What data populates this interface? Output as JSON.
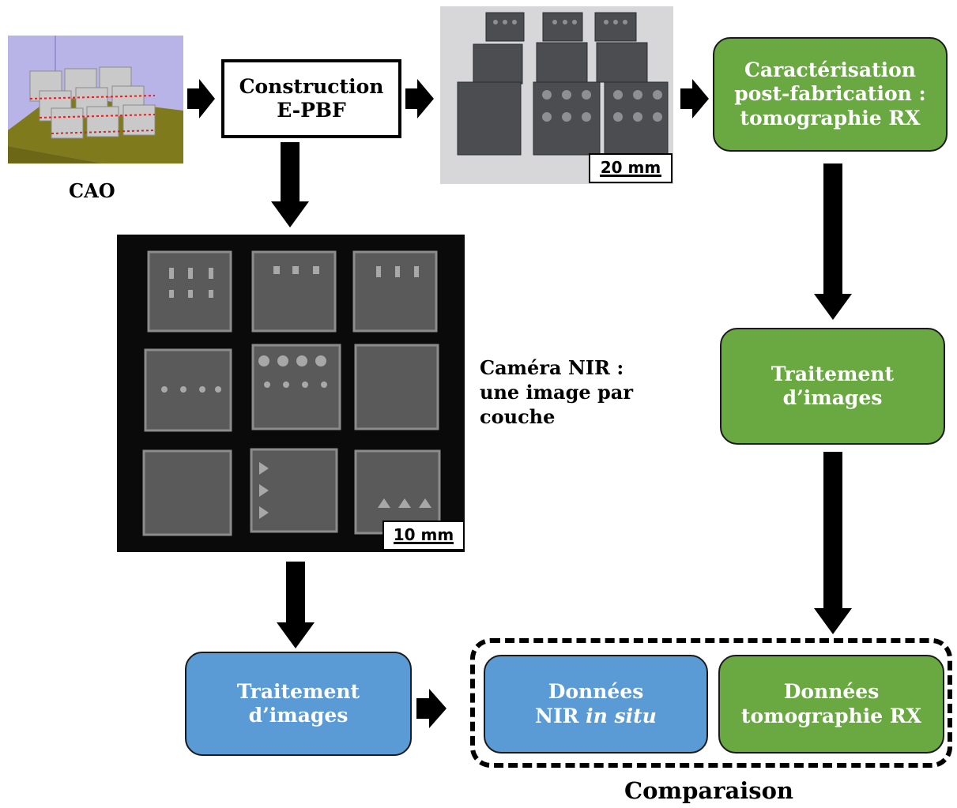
{
  "cad": {
    "caption": "CAO"
  },
  "construction": {
    "line1": "Construction",
    "line2": "E-PBF"
  },
  "photo": {
    "scale": "20 mm"
  },
  "characterisation": {
    "line1": "Caractérisation",
    "line2": "post-fabrication :",
    "line3": "tomographie RX"
  },
  "nir": {
    "scale": "10 mm",
    "caption_line1": "Caméra NIR :",
    "caption_line2": "une image par",
    "caption_line3": "couche"
  },
  "processing_right": {
    "line1": "Traitement",
    "line2": "d’images"
  },
  "processing_left": {
    "line1": "Traitement",
    "line2": "d’images"
  },
  "nir_data": {
    "line1": "Données",
    "line2_prefix": "NIR ",
    "line2_italic": "in situ"
  },
  "xray_data": {
    "line1": "Données",
    "line2": "tomographie RX"
  },
  "comparison": {
    "label": "Comparaison"
  },
  "colors": {
    "green": "#6aa842",
    "blue": "#5b9bd5",
    "arrow": "#000000"
  }
}
